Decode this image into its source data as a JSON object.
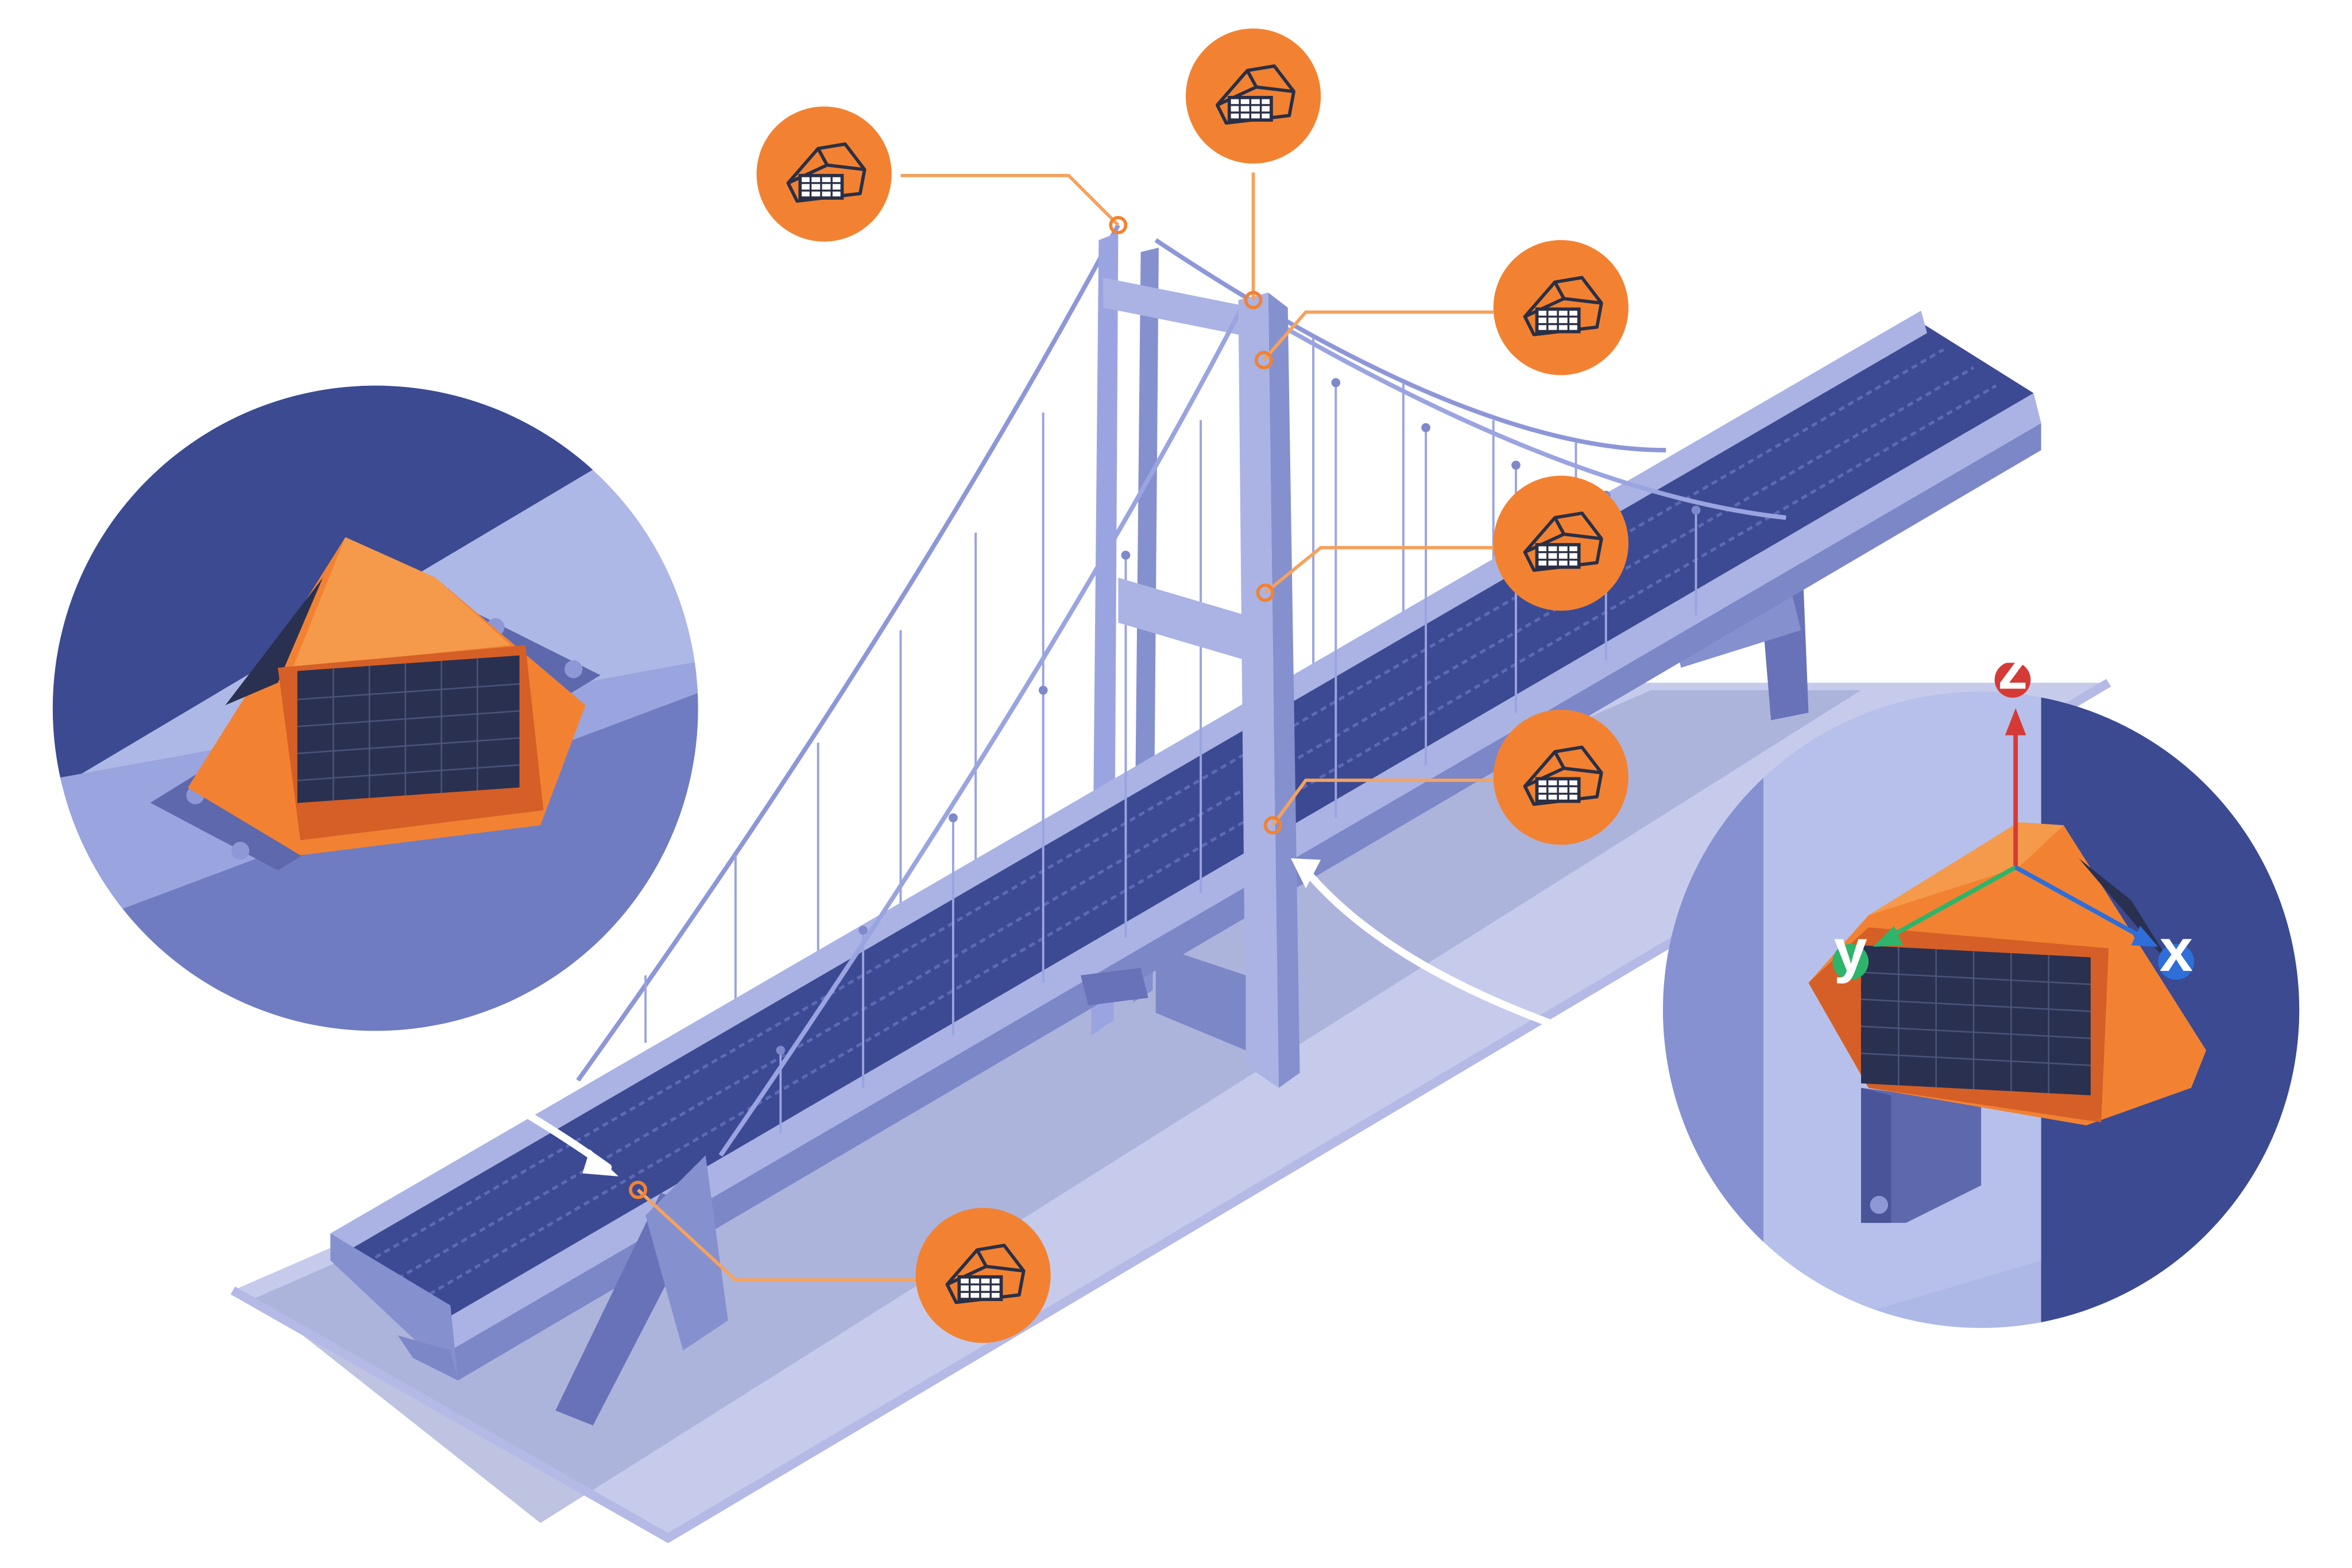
{
  "diagram": {
    "colors": {
      "background": "#ffffff",
      "ground": "#c6cbec",
      "ground_shadow": "#a3a9d6",
      "structure_light": "#aab3e3",
      "structure_mid": "#8590cf",
      "structure_dark": "#6772b8",
      "deck_surface": "#3c4a93",
      "sensor_orange": "#f28232",
      "sensor_dark_orange": "#d55f26",
      "solar_panel": "#2a3050",
      "callout_line": "#f5a25d",
      "zoom_dark": "#3b4a91",
      "zoom_light": "#adb8e6"
    },
    "sensors": [
      {
        "id": "tower-top-left",
        "icon": "sensor-device-icon"
      },
      {
        "id": "tower-top-right",
        "icon": "sensor-device-icon"
      },
      {
        "id": "main-cable",
        "icon": "sensor-device-icon"
      },
      {
        "id": "tower-mid",
        "icon": "sensor-device-icon"
      },
      {
        "id": "tower-lower",
        "icon": "sensor-device-icon"
      },
      {
        "id": "deck-end",
        "icon": "sensor-device-icon"
      }
    ],
    "zoom_views": [
      {
        "id": "deck-mount",
        "icon": "sensor-device-icon"
      },
      {
        "id": "tower-mount",
        "icon": "sensor-device-icon"
      }
    ],
    "axes": [
      {
        "label": "z",
        "color": "#d63a37"
      },
      {
        "label": "y",
        "color": "#2eb46b"
      },
      {
        "label": "x",
        "color": "#2f6ed8"
      }
    ]
  }
}
